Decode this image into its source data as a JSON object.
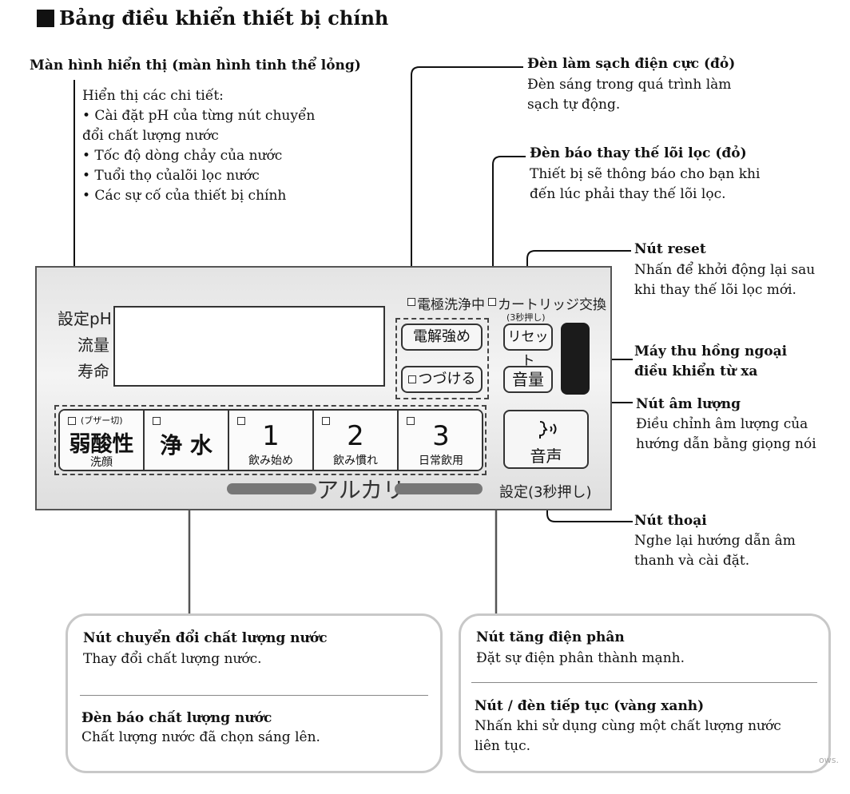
{
  "title": "Bảng điều khiển thiết bị chính",
  "callouts": {
    "display": {
      "heading": "Màn hình hiển thị (màn hình tinh thể lỏng)",
      "lines": [
        "Hiển thị các chi tiết:",
        "• Cài đặt pH của từng nút chuyển",
        "đổi chất lượng nước",
        "• Tốc độ dòng chảy của nước",
        "• Tuổi thọ củalõi lọc nước",
        "• Các sự cố của thiết bị chính"
      ]
    },
    "electrode": {
      "heading": "Đèn làm sạch điện cực (đỏ)",
      "lines": [
        "Đèn sáng trong quá trình làm",
        "sạch tự động."
      ]
    },
    "cartridge": {
      "heading": "Đèn báo thay thế lõi lọc (đỏ)",
      "lines": [
        "Thiết bị sẽ thông báo cho bạn khi",
        "đến lúc phải thay thế lõi lọc."
      ]
    },
    "reset": {
      "heading": "Nút reset",
      "lines": [
        "Nhấn để khởi động lại sau",
        "khi thay thế lõi lọc mới."
      ]
    },
    "ir": {
      "heading_lines": [
        "Máy thu hồng ngoại",
        "điều khiển từ xa"
      ]
    },
    "volume": {
      "heading": "Nút âm lượng",
      "lines": [
        "Điều chỉnh âm lượng của",
        "hướng dẫn bằng giọng nói"
      ]
    },
    "voice": {
      "heading": "Nút thoại",
      "lines": [
        "Nghe lại hướng dẫn âm",
        "thanh và cài đặt."
      ]
    }
  },
  "panel": {
    "lcd_labels": [
      "設定pH",
      "流量",
      "寿命"
    ],
    "lamp_electrode": "電極洗浄中",
    "lamp_cartridge": "カートリッジ交換",
    "cartridge_note": "(3秒押し)",
    "reset_button": "リセット",
    "strong_button": "電解強め",
    "continue_button": "つづける",
    "volume_button": "音量",
    "voice_button": "音声",
    "settings_note": "設定(3秒押し)",
    "alkali_label": "アルカリ",
    "water_buttons": [
      {
        "note": "(ブザー切)",
        "main": "弱酸性",
        "sub": "洗顔"
      },
      {
        "main": "浄 水"
      },
      {
        "main": "1",
        "sub": "飲み始め"
      },
      {
        "main": "2",
        "sub": "飲み慣れ"
      },
      {
        "main": "3",
        "sub": "日常飲用"
      }
    ]
  },
  "bottom_left": {
    "item1": {
      "heading": "Nút chuyển đổi chất lượng nước",
      "text": "Thay đổi chất lượng nước."
    },
    "item2": {
      "heading": "Đèn báo chất lượng nước",
      "text": "Chất lượng nước đã chọn sáng lên."
    }
  },
  "bottom_right": {
    "item1": {
      "heading": "Nút tăng điện phân",
      "text": "Đặt sự điện phân thành mạnh."
    },
    "item2": {
      "heading": "Nút / đèn tiếp tục (vàng xanh)",
      "lines": [
        "Nhấn khi sử dụng cùng một chất lượng nước",
        "liên tục."
      ]
    }
  },
  "watermark": "ows."
}
